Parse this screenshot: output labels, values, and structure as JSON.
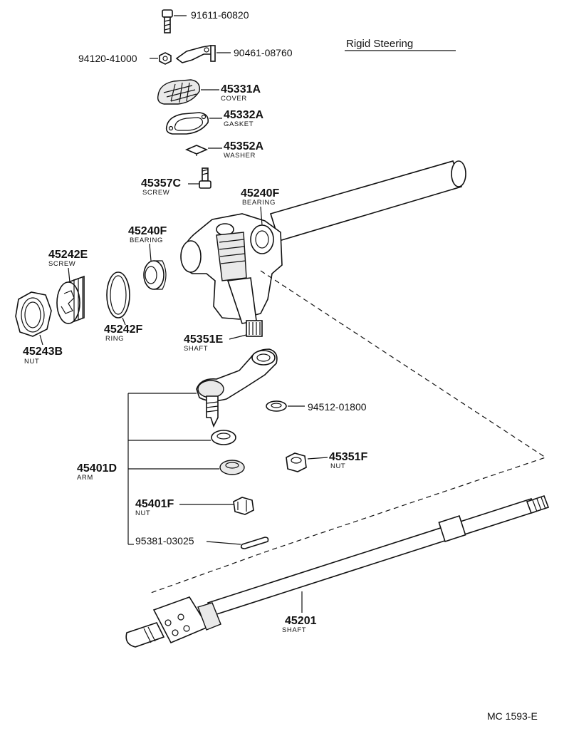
{
  "diagram": {
    "title": "Rigid Steering",
    "figure_code": "MC 1593-E",
    "parts": {
      "p91611": {
        "number": "91611-60820"
      },
      "p94120": {
        "number": "94120-41000"
      },
      "p90461": {
        "number": "90461-08760"
      },
      "p45331": {
        "number": "45331A",
        "name": "COVER"
      },
      "p45332": {
        "number": "45332A",
        "name": "GASKET"
      },
      "p45352": {
        "number": "45352A",
        "name": "WASHER"
      },
      "p45357": {
        "number": "45357C",
        "name": "SCREW"
      },
      "p45240a": {
        "number": "45240F",
        "name": "BEARING"
      },
      "p45240b": {
        "number": "45240F",
        "name": "BEARING"
      },
      "p45242e": {
        "number": "45242E",
        "name": "SCREW"
      },
      "p45242f": {
        "number": "45242F",
        "name": "RING"
      },
      "p45243": {
        "number": "45243B",
        "name": "NUT"
      },
      "p45351e": {
        "number": "45351E",
        "name": "SHAFT"
      },
      "p94512": {
        "number": "94512-01800"
      },
      "p45401d": {
        "number": "45401D",
        "name": "ARM"
      },
      "p45351f": {
        "number": "45351F",
        "name": "NUT"
      },
      "p45401f": {
        "number": "45401F",
        "name": "NUT"
      },
      "p95381": {
        "number": "95381-03025"
      },
      "p45201": {
        "number": "45201",
        "name": "SHAFT"
      }
    }
  }
}
